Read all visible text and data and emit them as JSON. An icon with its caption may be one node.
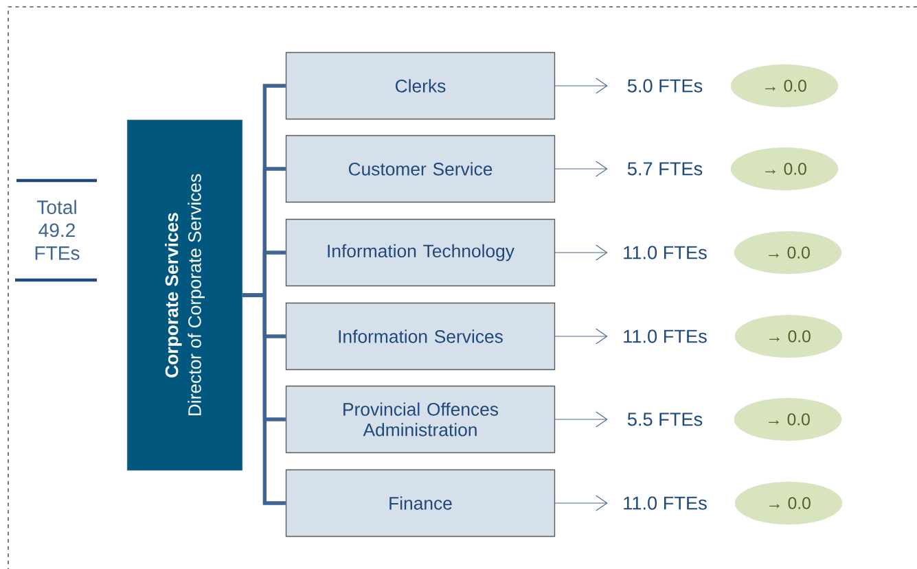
{
  "diagram": {
    "nodes": [
      {
        "text": [
          "Corporate Services",
          "Director of Corporate Services"
        ]
      },
      {
        "text": [
          "Clerks"
        ]
      },
      {
        "text": [
          "Customer Service"
        ]
      },
      {
        "text": [
          "Information Technology"
        ]
      },
      {
        "text": [
          "Information Services"
        ]
      },
      {
        "text": [
          "Provincial Offences Administration"
        ]
      },
      {
        "text": [
          "Finance"
        ]
      },
      {
        "text": [
          "5.0 FTEs"
        ]
      },
      {
        "text": [
          "5.7 FTEs"
        ]
      },
      {
        "text": [
          "11.0 FTEs"
        ]
      },
      {
        "text": [
          "11.0 FTEs"
        ]
      },
      {
        "text": [
          "5.5 FTEs"
        ]
      },
      {
        "text": [
          "11.0 FTEs"
        ]
      },
      {
        "text": [
          "→ 0.0"
        ]
      },
      {
        "text": [
          "→ 0.0"
        ]
      },
      {
        "text": [
          "→ 0.0"
        ]
      },
      {
        "text": [
          "→ 0.0"
        ]
      },
      {
        "text": [
          "→ 0.0"
        ]
      },
      {
        "text": [
          "→ 0.0"
        ]
      }
    ],
    "edges": [
      {
        "from": 0,
        "to": 1,
        "arrow": "none",
        "style": "thick"
      },
      {
        "from": 0,
        "to": 2,
        "arrow": "none",
        "style": "thick"
      },
      {
        "from": 0,
        "to": 3,
        "arrow": "none",
        "style": "thick"
      },
      {
        "from": 0,
        "to": 4,
        "arrow": "none",
        "style": "thick"
      },
      {
        "from": 0,
        "to": 5,
        "arrow": "none",
        "style": "thick"
      },
      {
        "from": 0,
        "to": 6,
        "arrow": "none",
        "style": "thick"
      },
      {
        "from": 1,
        "to": 7,
        "arrow": "to"
      },
      {
        "from": 2,
        "to": 8,
        "arrow": "to"
      },
      {
        "from": 3,
        "to": 9,
        "arrow": "to"
      },
      {
        "from": 4,
        "to": 10,
        "arrow": "to"
      },
      {
        "from": 5,
        "to": 11,
        "arrow": "to"
      },
      {
        "from": 6,
        "to": 12,
        "arrow": "to"
      }
    ],
    "labels": [
      "Total 49.2 FTEs"
    ]
  }
}
